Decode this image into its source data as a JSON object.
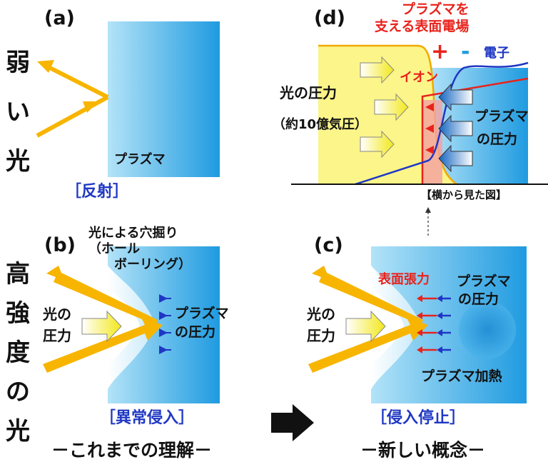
{
  "side": {
    "weak": [
      "弱",
      "い",
      "光"
    ],
    "strong": [
      "高",
      "強",
      "度",
      "の",
      "光"
    ]
  },
  "panel_a": {
    "label": "(a)",
    "plasma": "プラズマ",
    "caption": "［反射］"
  },
  "panel_b": {
    "label": "(b)",
    "holeboring_1": "光による穴掘り",
    "holeboring_2": "（ホール",
    "holeboring_3": "ボーリング）",
    "light_pressure_1": "光の",
    "light_pressure_2": "圧力",
    "plasma_pressure_1": "プラズマ",
    "plasma_pressure_2": "の圧力",
    "caption": "［異常侵入］"
  },
  "panel_c": {
    "label": "(c)",
    "surface_tension": "表面張力",
    "plasma_pressure_1": "プラズマ",
    "plasma_pressure_2": "の圧力",
    "light_pressure_1": "光の",
    "light_pressure_2": "圧力",
    "heating": "プラズマ加熱",
    "caption": "［侵入停止］"
  },
  "panel_d": {
    "label": "(d)",
    "field_1": "プラズマを",
    "field_2": "支える表面電場",
    "plus": "+",
    "minus": "-",
    "electron": "電子",
    "ion": "イオン",
    "light_pressure": "光の圧力",
    "light_pressure_value": "（約10億気圧）",
    "plasma_pressure_1": "プラズマ",
    "plasma_pressure_2": "の圧力",
    "side_view": "【横から見た図】"
  },
  "bottom": {
    "old": "－これまでの理解－",
    "new": "－新しい概念－"
  },
  "colors": {
    "plasma_light": "#a8dcf5",
    "plasma_dark": "#1e9be0",
    "light_arrow": "#f7b500",
    "yellow_region": "#fbf58a",
    "red_label": "#e8231c",
    "blue_label": "#1f37c4"
  }
}
